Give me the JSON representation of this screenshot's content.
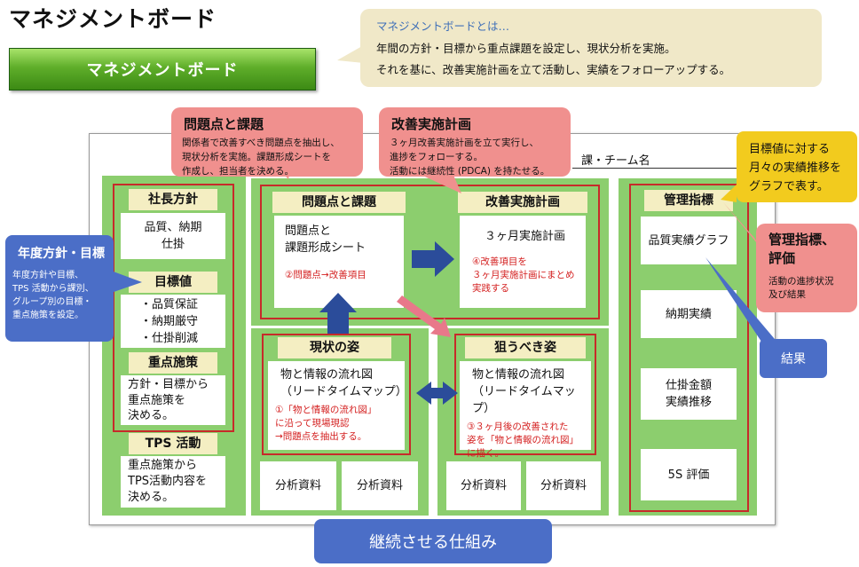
{
  "title": "マネジメントボード",
  "banner_label": "マネジメントボード",
  "intro": {
    "heading": "マネジメントボードとは…",
    "line1": "年間の方針・目標から重点課題を設定し、現状分析を実施。",
    "line2": "それを基に、改善実施計画を立て活動し、実績をフォローアップする。"
  },
  "team_name_label": "課・チーム名",
  "left_column": {
    "policy_label": "社長方針",
    "policy_text": [
      "品質、納期",
      "仕掛"
    ],
    "target_label": "目標値",
    "target_items": [
      "・品質保証",
      "・納期厳守",
      "・仕掛削減"
    ],
    "focus_label": "重点施策",
    "focus_text": [
      "方針・目標から",
      "重点施策を",
      "決める。"
    ],
    "tps_label": "TPS 活動",
    "tps_text": [
      "重点施策から",
      "TPS活動内容を",
      "決める。"
    ]
  },
  "problems_panel": {
    "label": "問題点と課題",
    "text": [
      "問題点と",
      "課題形成シート"
    ],
    "note": "②問題点→改善項目"
  },
  "plan_panel": {
    "label": "改善実施計画",
    "text": "３ヶ月実施計画",
    "note": [
      "④改善項目を",
      "３ヶ月実施計画にまとめ",
      "実践する"
    ]
  },
  "current_panel": {
    "label": "現状の姿",
    "text": [
      "物と情報の流れ図",
      "（リードタイムマップ）"
    ],
    "note": [
      "①「物と情報の流れ図」",
      "に沿って現場現認",
      "→問題点を抽出する。"
    ],
    "docs": [
      "分析資料",
      "分析資料"
    ]
  },
  "target_state_panel": {
    "label": "狙うべき姿",
    "text": [
      "物と情報の流れ図",
      "（リードタイムマップ）"
    ],
    "note": [
      "③３ヶ月後の改善された",
      "姿を「物と情報の流れ図」",
      "に描く。"
    ],
    "docs": [
      "分析資料",
      "分析資料"
    ]
  },
  "indicators_panel": {
    "label": "管理指標",
    "items": [
      "品質実績グラフ",
      "納期実績",
      "仕掛金額\n実績推移",
      "5S 評価"
    ]
  },
  "callouts": {
    "problems": {
      "title": "問題点と課題",
      "lines": [
        "関係者で改善すべき問題点を抽出し、",
        "現状分析を実施。課題形成シートを",
        "作成し、担当者を決める。"
      ]
    },
    "plan": {
      "title": "改善実施計画",
      "lines": [
        "３ヶ月改善実施計画を立て実行し、",
        "進捗をフォローする。",
        "活動には継続性 (PDCA) を持たせる。"
      ]
    },
    "annual": {
      "title": "年度方針・目標",
      "lines": [
        "年度方針や目標、",
        "TPS 活動から課別、",
        "グループ別の目標・",
        "重点施策を設定。"
      ]
    },
    "target_graph": {
      "lines": [
        "目標値に対する",
        "月々の実績推移を",
        "グラフで表す。"
      ]
    },
    "indicators": {
      "title": "管理指標、\n評価",
      "lines": [
        "活動の進捗状況",
        "及び結果"
      ]
    },
    "result": "結果",
    "continuous": "継続させる仕組み"
  },
  "colors": {
    "board_green": "#8cce6e",
    "frame_red": "#c72a2a",
    "label_tan": "#f4eec2",
    "callout_pink": "#f0908e",
    "callout_blue": "#4b6ec7",
    "callout_yellow": "#f2cb1e",
    "arrow_navy": "#2b4c9a",
    "arrow_pink": "#e8788a"
  }
}
